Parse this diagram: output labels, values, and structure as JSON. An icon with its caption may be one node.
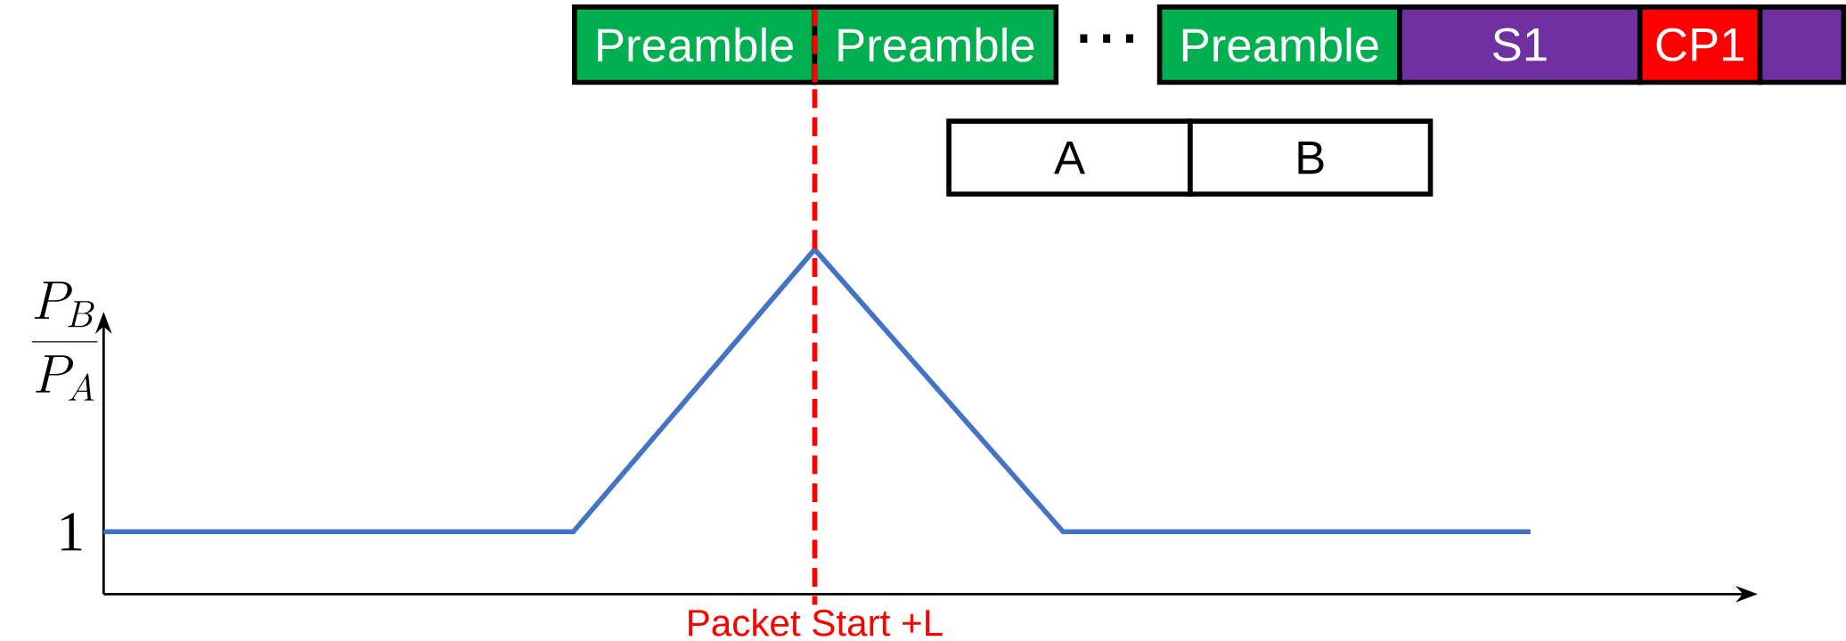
{
  "diagram": {
    "nodes": [
      {
        "text": [
          "Preamble"
        ]
      },
      {
        "text": [
          "Preamble"
        ]
      },
      {
        "text": [
          "Preamble"
        ]
      },
      {
        "text": [
          "S1"
        ]
      },
      {
        "text": [
          "CP1"
        ]
      },
      {
        "text": [],
        "shape": "box"
      },
      {
        "text": [
          "A"
        ]
      },
      {
        "text": [
          "B"
        ]
      }
    ],
    "edges": [],
    "labels": [
      "⋯",
      "\\frac{P_B}{P_A}",
      "1",
      "Packet Start +L"
    ]
  }
}
